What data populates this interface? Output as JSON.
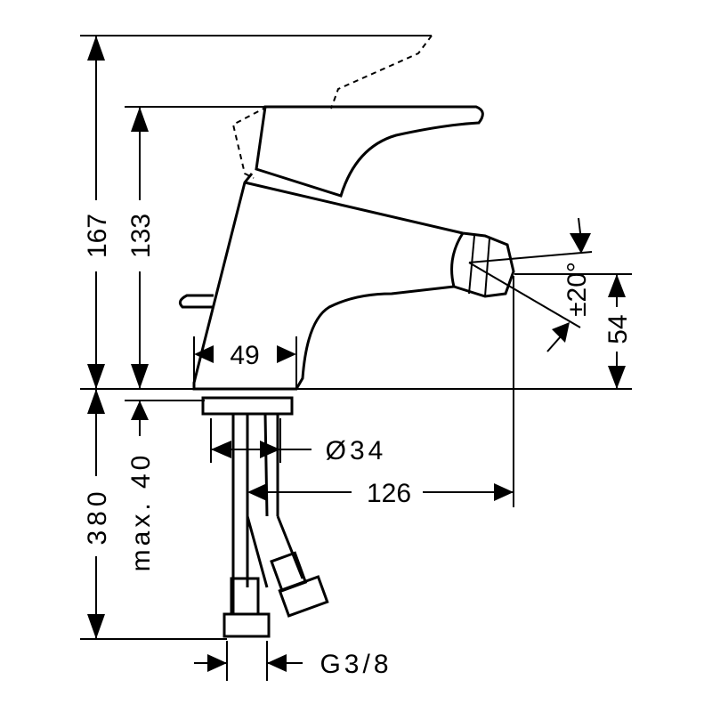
{
  "dimensions": {
    "height_total": "167",
    "height_handle": "133",
    "body_width": "49",
    "spout_height": "54",
    "spout_angle": "±20°",
    "shank_diameter": "Ø34",
    "projection": "126",
    "hose_length": "380",
    "max_thickness": "max. 40",
    "connection": "G3/8"
  }
}
